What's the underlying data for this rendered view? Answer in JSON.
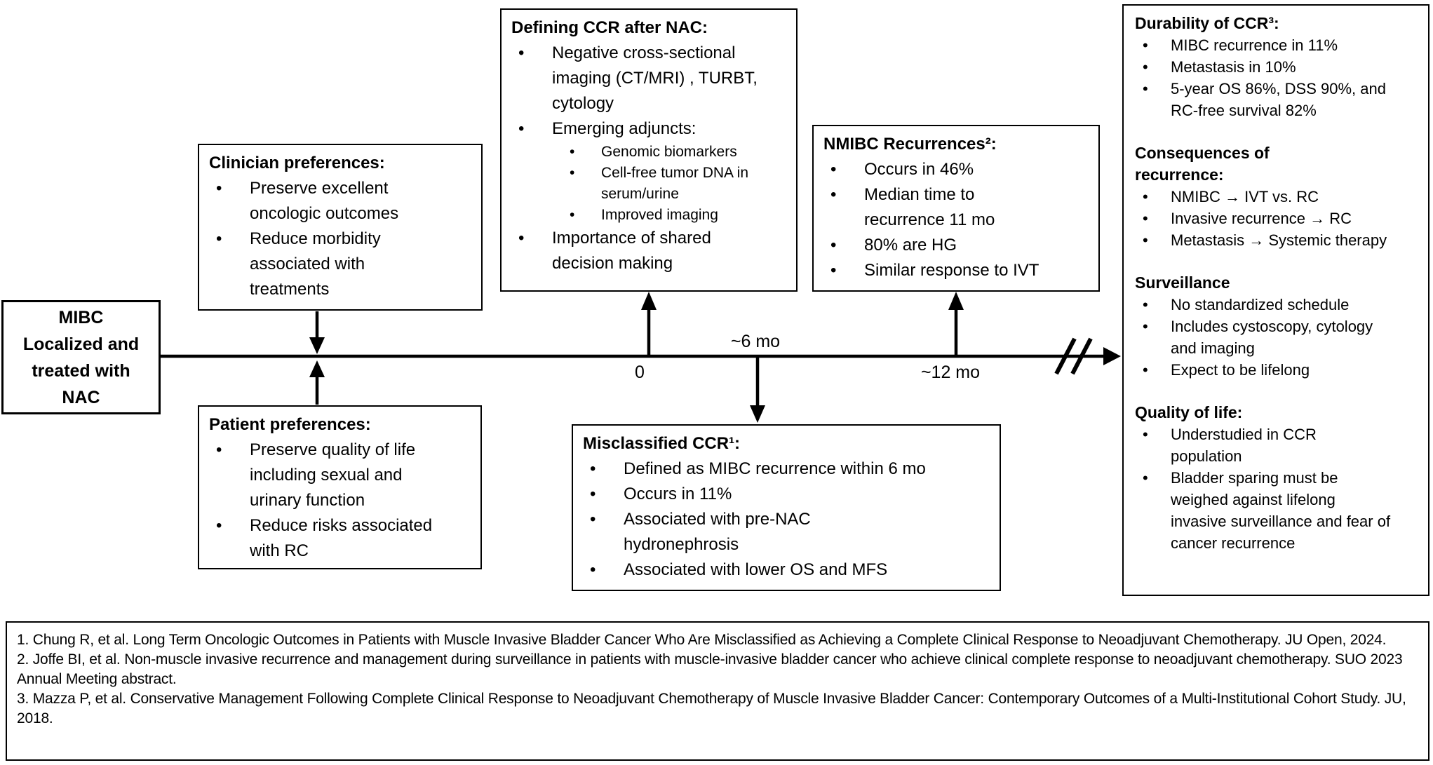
{
  "colors": {
    "background": "#ffffff",
    "text": "#000000",
    "line": "#000000"
  },
  "diagram": {
    "mibc_box": {
      "lines": [
        "MIBC",
        "Localized and",
        "treated with",
        "NAC"
      ]
    },
    "clinician_box": {
      "title": "Clinician preferences:",
      "bullets": [
        "Preserve excellent\noncologic outcomes",
        "Reduce morbidity\nassociated with\ntreatments"
      ]
    },
    "patient_box": {
      "title": "Patient preferences:",
      "bullets": [
        "Preserve quality of life\nincluding sexual and\nurinary function",
        "Reduce risks associated\nwith RC"
      ]
    },
    "defining_box": {
      "title": "Defining CCR after NAC:",
      "bullet_imaging": "Negative cross-sectional\nimaging (CT/MRI) , TURBT,\ncytology",
      "bullet_adjuncts": "Emerging adjuncts:",
      "sub_bullets": [
        "Genomic biomarkers",
        "Cell-free tumor DNA in\nserum/urine",
        "Improved imaging"
      ],
      "bullet_shared": "Importance of shared\ndecision making"
    },
    "nmibc_box": {
      "title": "NMIBC Recurrences²:",
      "bullets": [
        "Occurs in 46%",
        "Median time to\nrecurrence 11 mo",
        "80% are HG",
        "Similar response to IVT"
      ]
    },
    "misclassified_box": {
      "title": "Misclassified CCR¹:",
      "bullets": [
        "Defined as MIBC recurrence within 6 mo",
        "Occurs in 11%",
        "Associated with pre-NAC\nhydronephrosis",
        "Associated with lower OS and MFS"
      ]
    },
    "outcome_box": {
      "sections": [
        {
          "title": "Durability of CCR³:",
          "bullets": [
            "MIBC recurrence in 11%",
            "Metastasis in 10%",
            "5-year OS 86%, DSS 90%, and\nRC-free survival 82%"
          ]
        },
        {
          "title": "Consequences of\nrecurrence:",
          "bullets": [
            "NMIBC → IVT vs. RC",
            "Invasive recurrence → RC",
            "Metastasis → Systemic therapy"
          ]
        },
        {
          "title": "Surveillance",
          "bullets": [
            "No standardized schedule",
            "Includes cystoscopy, cytology\nand imaging",
            "Expect to be lifelong"
          ]
        },
        {
          "title": "Quality of life:",
          "bullets": [
            "Understudied in CCR\npopulation",
            "Bladder sparing must be\nweighed against lifelong\ninvasive surveillance and fear of\ncancer recurrence"
          ]
        }
      ]
    },
    "timeline": {
      "label_start": "0",
      "label_mid": "~6 mo",
      "label_end": "~12 mo"
    }
  },
  "references": {
    "items": [
      "1. Chung R, et al. Long Term Oncologic Outcomes in Patients with Muscle Invasive Bladder Cancer Who Are Misclassified as Achieving a Complete Clinical Response to Neoadjuvant Chemotherapy. JU Open, 2024.",
      "2. Joffe BI, et al. Non-muscle invasive recurrence and management during surveillance in patients with muscle-invasive bladder cancer who achieve clinical complete response to neoadjuvant chemotherapy. SUO 2023 Annual Meeting abstract.",
      "3. Mazza P, et al. Conservative Management Following Complete Clinical Response to Neoadjuvant Chemotherapy of Muscle Invasive Bladder Cancer: Contemporary Outcomes of a Multi-Institutional Cohort Study. JU, 2018."
    ]
  }
}
